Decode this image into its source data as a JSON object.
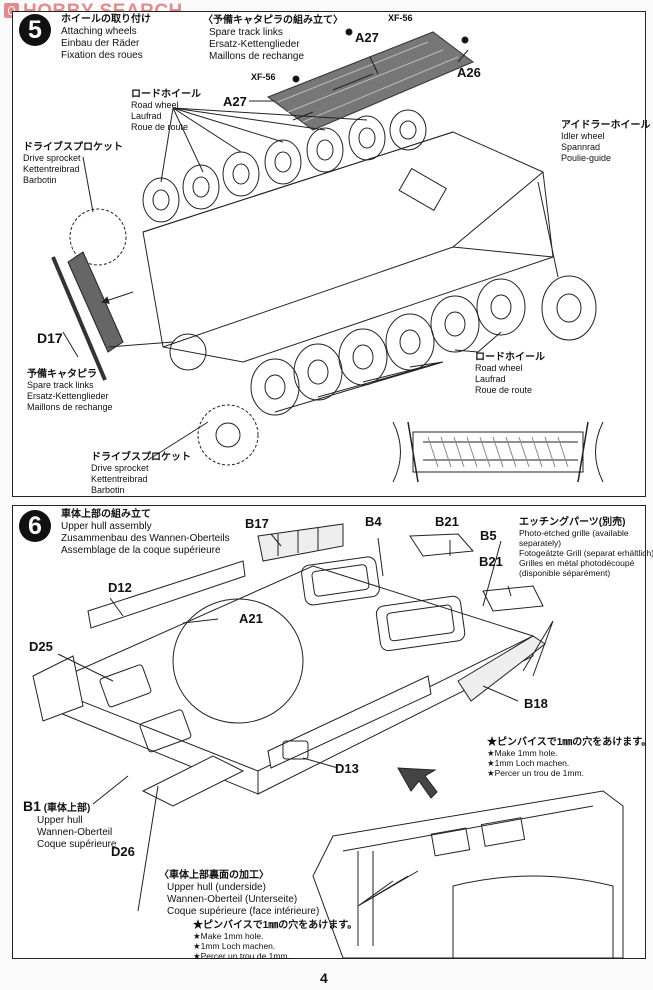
{
  "watermark": {
    "icon": "hobbysearch-logo-icon",
    "text": "HOBBY SEARCH"
  },
  "step5": {
    "number": "5",
    "title_jp": "ホイールの取り付け",
    "title_en": "Attaching wheels",
    "title_de": "Einbau der Räder",
    "title_fr": "Fixation des roues",
    "spare_track_header": {
      "jp": "〈予備キャタピラの組み立て〉",
      "en": "Spare track links",
      "de": "Ersatz-Kettenglieder",
      "fr": "Maillons de rechange"
    },
    "paint_codes": [
      "XF-56",
      "XF-56"
    ],
    "part_labels": [
      "A27",
      "A26",
      "A27",
      "D17"
    ],
    "callouts": {
      "road_wheel_top": {
        "jp": "ロードホイール",
        "en": "Road wheel",
        "de": "Laufrad",
        "fr": "Roue de route"
      },
      "drive_sprocket_top": {
        "jp": "ドライブスプロケット",
        "en": "Drive sprocket",
        "de": "Kettentreibrad",
        "fr": "Barbotin"
      },
      "idler_wheel": {
        "jp": "アイドラーホイール",
        "en": "Idler wheel",
        "de": "Spannrad",
        "fr": "Poulie-guide"
      },
      "spare_track_side": {
        "jp": "予備キャタピラ",
        "en": "Spare track links",
        "de": "Ersatz-Kettenglieder",
        "fr": "Maillons de rechange"
      },
      "road_wheel_bottom": {
        "jp": "ロードホイール",
        "en": "Road wheel",
        "de": "Laufrad",
        "fr": "Roue de route"
      },
      "drive_sprocket_bottom": {
        "jp": "ドライブスプロケット",
        "en": "Drive sprocket",
        "de": "Kettentreibrad",
        "fr": "Barbotin"
      }
    }
  },
  "step6": {
    "number": "6",
    "title_jp": "車体上部の組み立て",
    "title_en": "Upper hull assembly",
    "title_de": "Zusammenbau des Wannen-Oberteils",
    "title_fr": "Assemblage de la coque supérieure",
    "part_labels": {
      "b17": "B17",
      "b4": "B4",
      "b21a": "B21",
      "b5": "B5",
      "b21b": "B21",
      "d12": "D12",
      "d25": "D25",
      "a21": "A21",
      "b18": "B18",
      "d13": "D13",
      "d26": "D26"
    },
    "photo_etched": {
      "jp": "エッチングパーツ(別売)",
      "en1": "Photo-etched grille (available",
      "en2": "separately)",
      "de": "Fotogeätzte Grill (separat erhältlich)",
      "fr1": "Grilles en métal photodécoupé",
      "fr2": "(disponible séparément)"
    },
    "hole_note_right": {
      "jp": "★ピンバイスで1㎜の穴をあけます。",
      "en": "★Make 1mm hole.",
      "de": "★1mm Loch machen.",
      "fr": "★Percer un trou de 1mm."
    },
    "b1_label": {
      "part": "B1",
      "jp": "(車体上部)",
      "en": "Upper hull",
      "de": "Wannen-Oberteil",
      "fr": "Coque supérieure"
    },
    "underside": {
      "jp": "〈車体上部裏面の加工〉",
      "en": "Upper hull (underside)",
      "de": "Wannen-Oberteil (Unterseite)",
      "fr": "Coque supérieure (face intérieure)"
    },
    "hole_note_bottom": {
      "jp": "★ピンバイスで1㎜の穴をあけます。",
      "en": "★Make 1mm hole.",
      "de": "★1mm Loch machen.",
      "fr": "★Percer un trou de 1mm."
    }
  },
  "page_number": "4"
}
